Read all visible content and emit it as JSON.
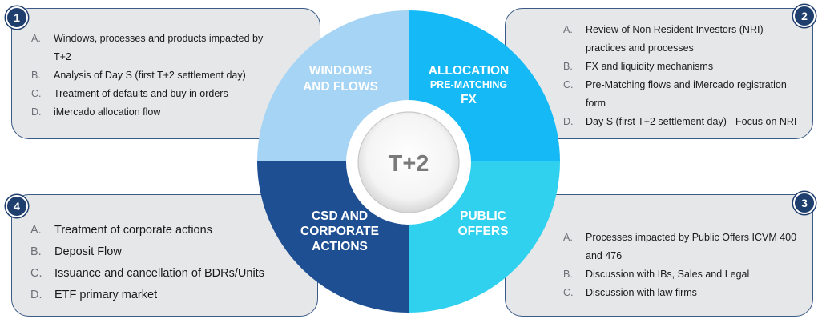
{
  "center_label": "T+2",
  "quadrants": {
    "top_left": {
      "lines": [
        "WINDOWS",
        "AND FLOWS"
      ],
      "color": "#a6d4f4"
    },
    "top_right": {
      "line1": "ALLOCATION",
      "line2": "PRE-MATCHING",
      "line3": "FX",
      "color": "#14b9f5"
    },
    "bottom_left": {
      "lines": [
        "CSD AND",
        "CORPORATE",
        "ACTIONS"
      ],
      "color": "#1e4f93"
    },
    "bottom_right": {
      "lines": [
        "PUBLIC",
        "OFFERS"
      ],
      "color": "#2fd1ee"
    }
  },
  "boxes": [
    {
      "number": "1",
      "items": [
        {
          "letter": "A.",
          "text": "Windows, processes and products impacted by"
        },
        {
          "letter": "",
          "text": "T+2"
        },
        {
          "letter": "B.",
          "text": "Analysis of Day S (first T+2 settlement day)"
        },
        {
          "letter": "C.",
          "text": "Treatment of defaults and buy in orders"
        },
        {
          "letter": "D.",
          "text": "iMercado allocation flow"
        }
      ]
    },
    {
      "number": "2",
      "items": [
        {
          "letter": "A.",
          "text": "Review of Non Resident Investors (NRI)"
        },
        {
          "letter": "",
          "text": "practices and processes"
        },
        {
          "letter": "B.",
          "text": "FX and liquidity mechanisms"
        },
        {
          "letter": "C.",
          "text": "Pre-Matching flows and iMercado registration"
        },
        {
          "letter": "",
          "text": "form"
        },
        {
          "letter": "D.",
          "text": "Day S (first T+2 settlement day) - Focus on NRI"
        }
      ]
    },
    {
      "number": "3",
      "items": [
        {
          "letter": "A.",
          "text": "Processes impacted by Public Offers ICVM 400"
        },
        {
          "letter": "",
          "text": "and 476"
        },
        {
          "letter": "B.",
          "text": "Discussion with IBs, Sales and Legal"
        },
        {
          "letter": "C.",
          "text": "Discussion with law firms"
        }
      ]
    },
    {
      "number": "4",
      "items": [
        {
          "letter": "A.",
          "text": "Treatment of corporate actions"
        },
        {
          "letter": "B.",
          "text": "Deposit Flow"
        },
        {
          "letter": "C.",
          "text": "Issuance and cancellation of BDRs/Units"
        },
        {
          "letter": "D.",
          "text": "ETF primary market"
        }
      ]
    }
  ]
}
